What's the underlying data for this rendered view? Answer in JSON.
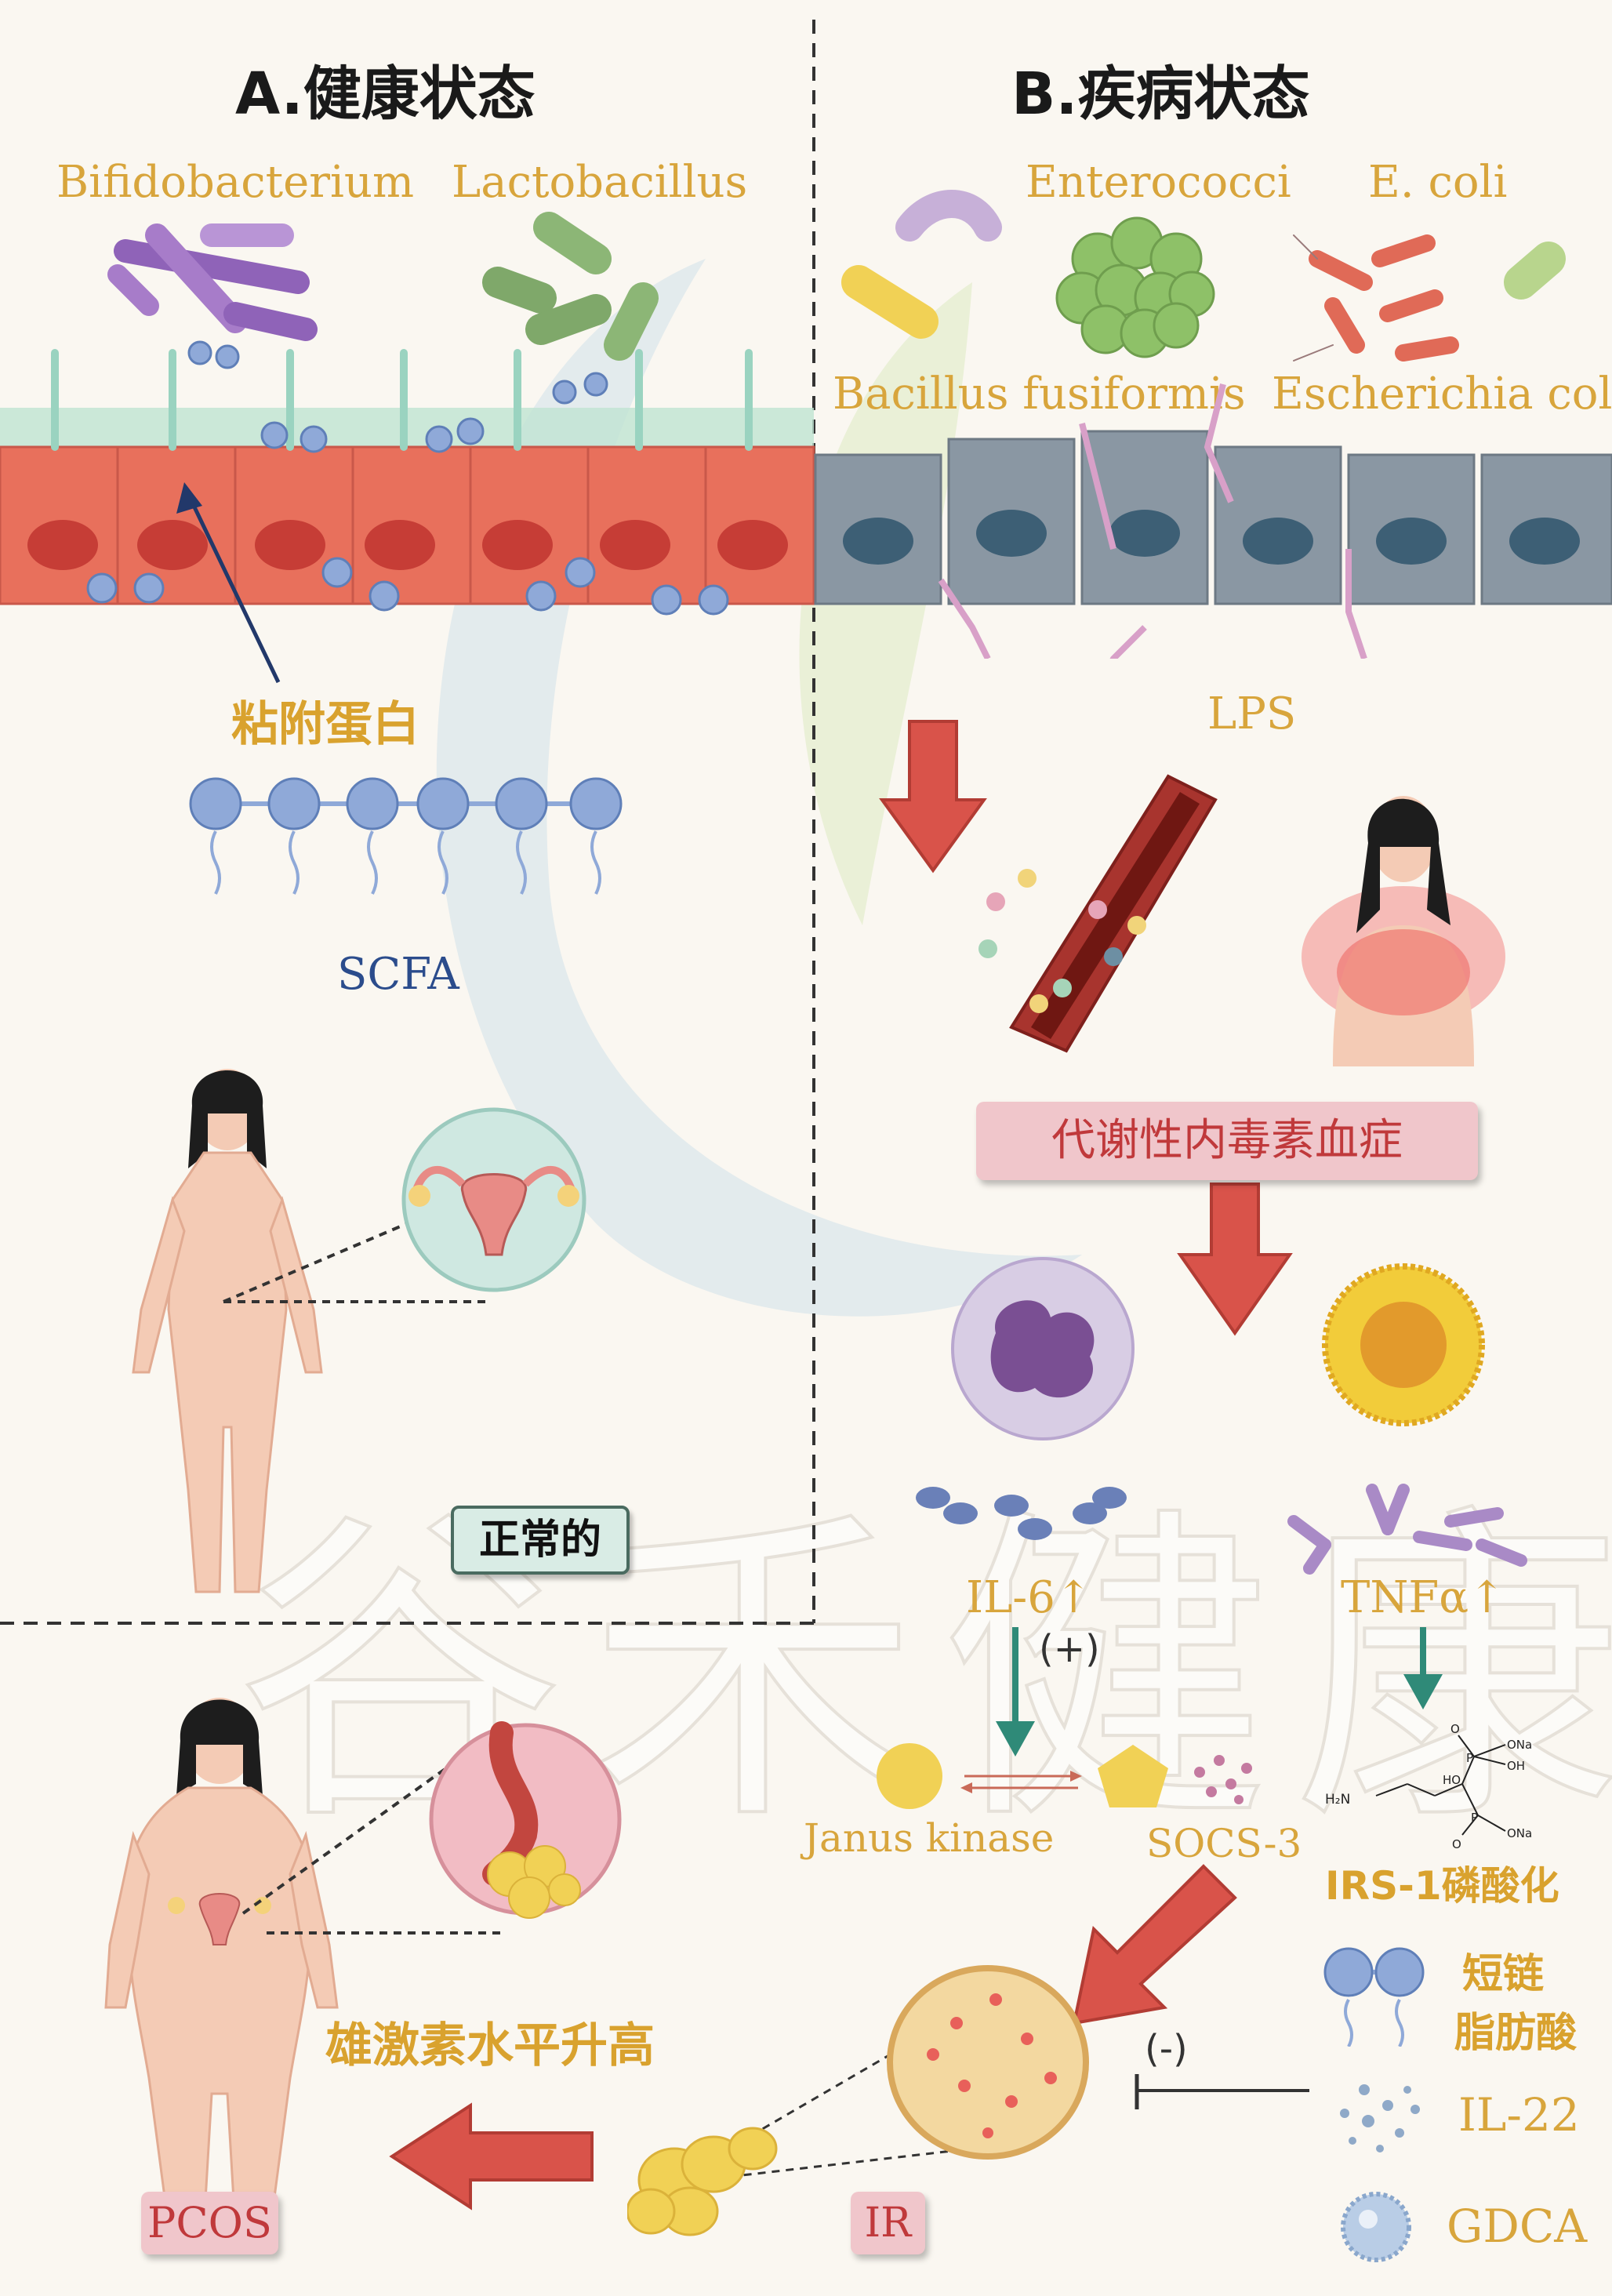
{
  "panel_a": {
    "title": "A.健康状态",
    "bacteria_1": "Bifidobacterium",
    "bacteria_2": "Lactobacillus",
    "adhesion_protein": "粘附蛋白",
    "scfa": "SCFA",
    "normal_label": "正常的"
  },
  "panel_b": {
    "title": "B.疾病状态",
    "bacteria_1": "Enterococci",
    "bacteria_2": "E. coli",
    "bacteria_3": "Bacillus fusiformis",
    "bacteria_4": "Escherichia coli",
    "lps": "LPS",
    "endotoxemia": "代谢性内毒素血症",
    "il6": "IL-6↑",
    "tnf": "TNFα↑",
    "plus": "(+)",
    "janus": "Janus kinase",
    "socs3": "SOCS-3",
    "irs1": "IRS-1磷酸化",
    "minus": "(-)",
    "scfa_cn_1": "短链",
    "scfa_cn_2": "脂肪酸",
    "il22": "IL-22",
    "gdca": "GDCA",
    "ir": "IR",
    "chem": {
      "ona1": "ONa",
      "oh": "OH",
      "ho": "HO",
      "h2n": "H₂N",
      "ona2": "ONa",
      "p1": "P",
      "p2": "P",
      "o1": "O",
      "o2": "O"
    }
  },
  "bottom": {
    "androgen": "雄激素水平升高",
    "pcos": "PCOS"
  },
  "watermark": "谷禾健康",
  "colors": {
    "bg": "#faf7f1",
    "title": "#1a1a1a",
    "yellow_label": "#d8a53c",
    "blue_label": "#2b4c8c",
    "red_arrow": "#d9534a",
    "teal_arrow": "#2f8a78",
    "healthy_cell": "#e8705c",
    "disease_cell": "#8a97a3",
    "pink_box": "#f0c6cb"
  }
}
